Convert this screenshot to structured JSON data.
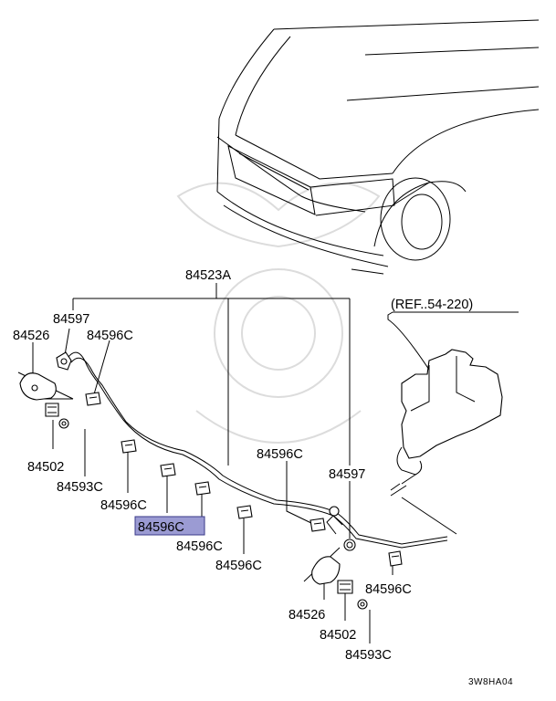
{
  "labels": {
    "assembly": "84523A",
    "clamp_upper_left": "84597",
    "nozzle_left": "84526",
    "clip_top": "84596C",
    "bracket_left": "84502",
    "nut_left": "84593C",
    "clip_a": "84596C",
    "clip_highlighted": "84596C",
    "clip_b": "84596C",
    "clip_c": "84596C",
    "clip_d": "84596C",
    "clamp_right": "84597",
    "clip_e": "84596C",
    "nozzle_right": "84526",
    "bracket_right": "84502",
    "nut_right": "84593C",
    "reference": "(REF..54-220)",
    "diagram_code": "3W8HA04"
  },
  "highlight_color": "#9b9bd3"
}
